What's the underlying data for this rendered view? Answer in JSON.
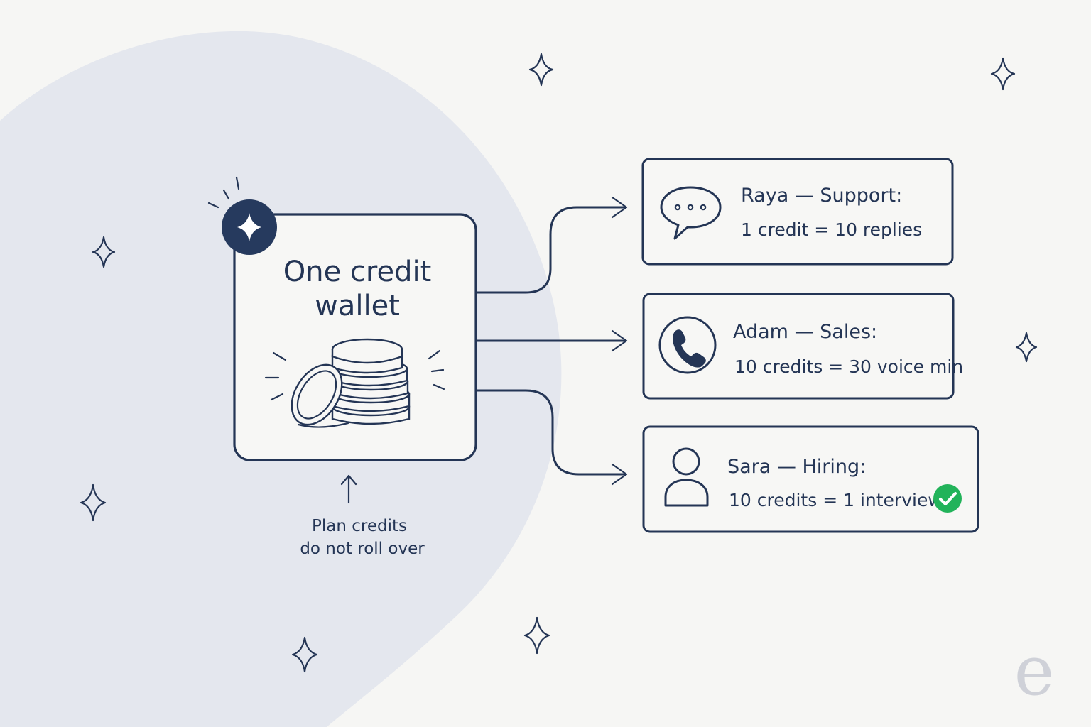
{
  "wallet": {
    "title_line1": "One credit",
    "title_line2": "wallet",
    "badge_icon": "sparkle-icon",
    "coins_icon": "coin-stack-icon"
  },
  "note": {
    "line1": "Plan credits",
    "line2": "do not roll over"
  },
  "agents": [
    {
      "title": "Raya — Support:",
      "rate": "1 credit = 10 replies",
      "icon": "chat-bubble-icon"
    },
    {
      "title": "Adam — Sales:",
      "rate": "10 credits = 30 voice min",
      "icon": "phone-icon"
    },
    {
      "title": "Sara — Hiring:",
      "rate": "10 credits = 1 interview",
      "icon": "person-icon",
      "status_icon": "check-circle-icon"
    }
  ],
  "logo": {
    "letter": "e"
  },
  "colors": {
    "ink": "#243555",
    "background": "#f6f6f4",
    "blob": "#e4e7ee",
    "check_green": "#22b35a",
    "logo_gray": "#cfd1d8"
  }
}
